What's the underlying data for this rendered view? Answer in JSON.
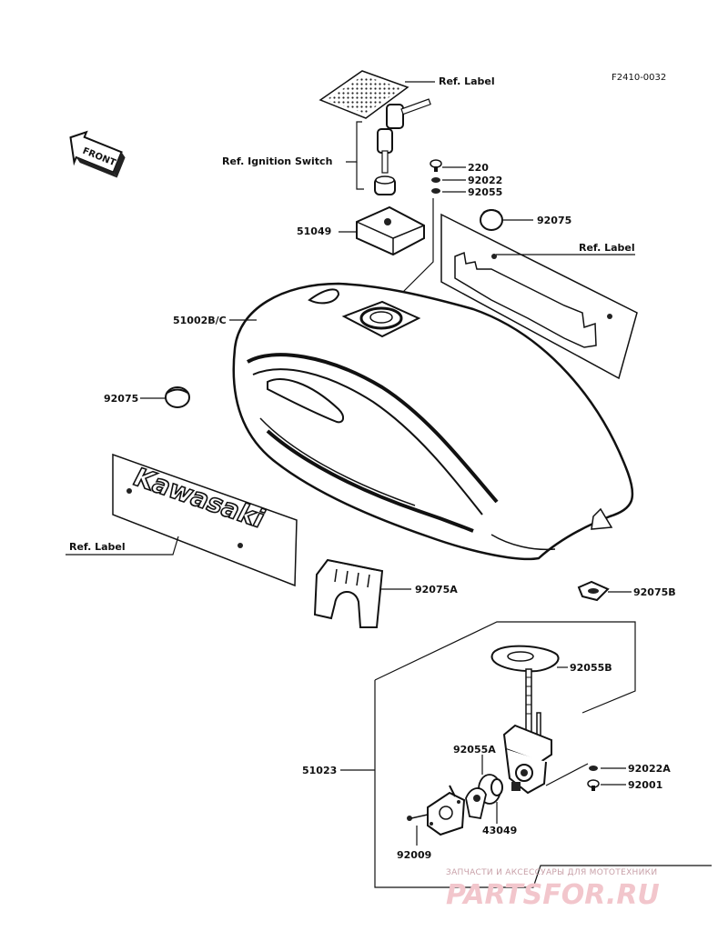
{
  "diagram": {
    "figure_code": "F2410-0032",
    "front_arrow_text": "FRONT",
    "brand_label_text": "Kawasaki",
    "callouts": {
      "ref_label_top": "Ref. Label",
      "ref_ignition_switch": "Ref. Ignition Switch",
      "p220": "220",
      "p92022": "92022",
      "p92055": "92055",
      "p92075_top": "92075",
      "p51049": "51049",
      "ref_label_right": "Ref. Label",
      "p51002": "51002B/C",
      "p92075_left": "92075",
      "ref_label_left": "Ref. Label",
      "p92075A": "92075A",
      "p92075B": "92075B",
      "p92055B": "92055B",
      "p92055A": "92055A",
      "p51023": "51023",
      "p92022A": "92022A",
      "p92001": "92001",
      "p43049": "43049",
      "p92009": "92009"
    }
  },
  "watermark": {
    "top_text": "ЗАПЧАСТИ И АКСЕССУАРЫ ДЛЯ МОТОТЕХНИКИ",
    "big_text": "PARTSFOR.RU",
    "color": "#f2c6cc"
  }
}
